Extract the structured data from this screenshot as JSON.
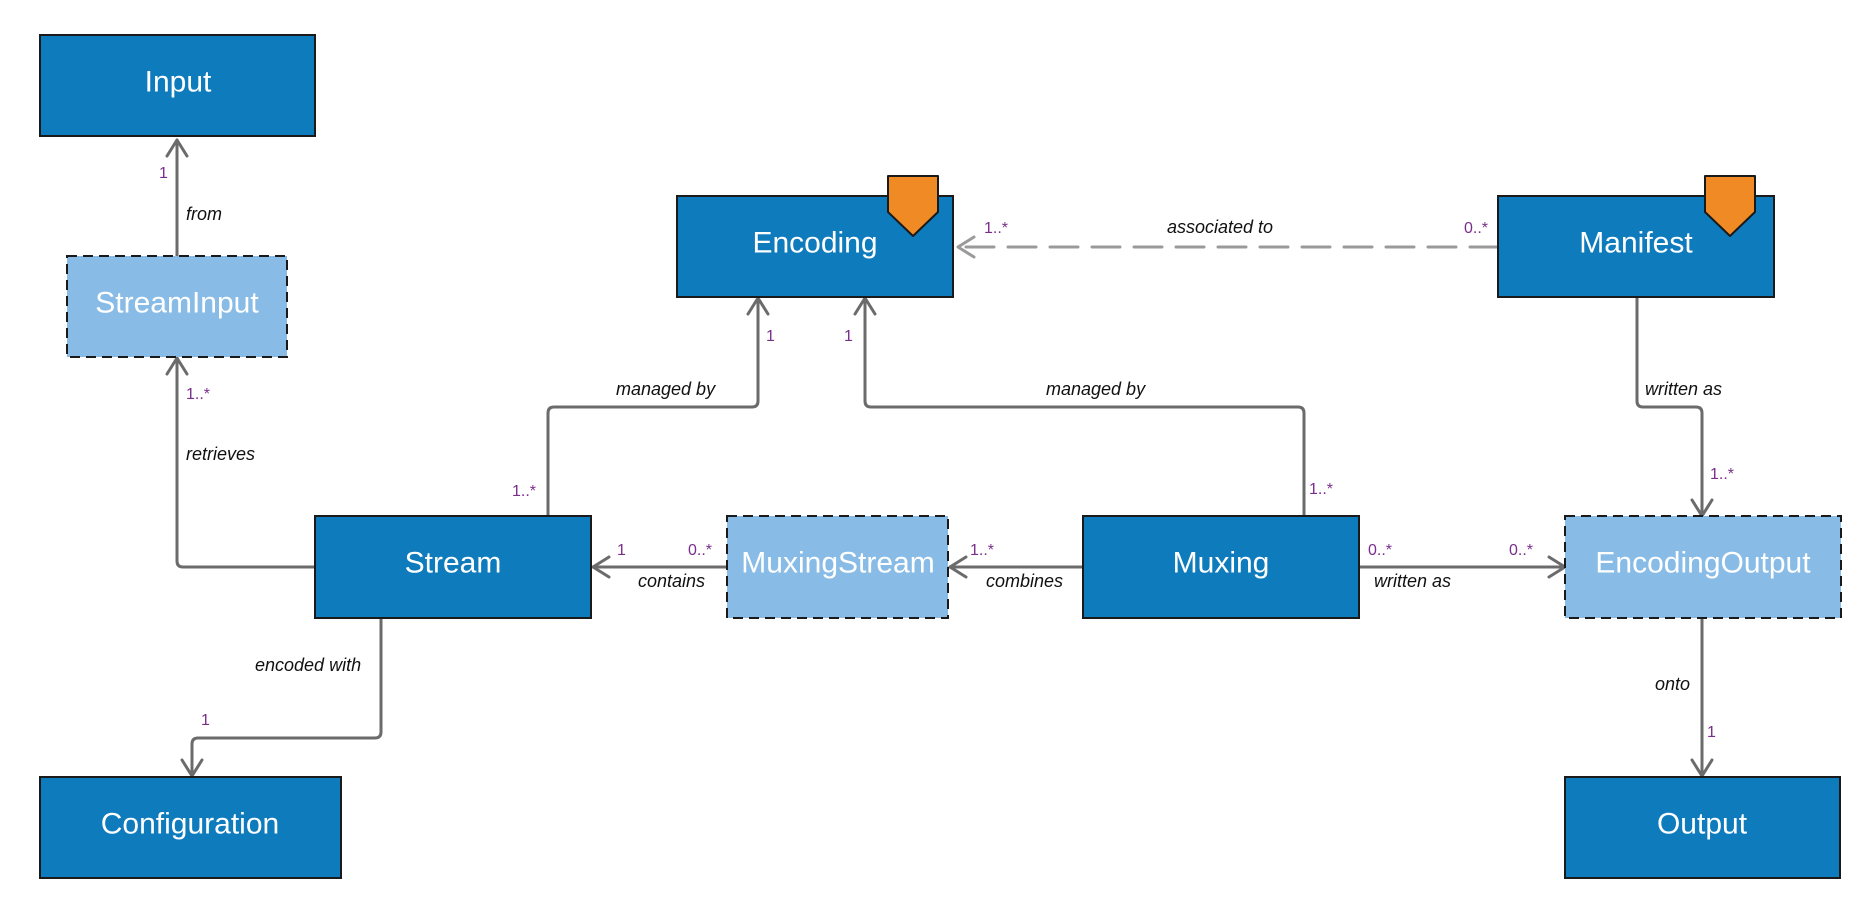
{
  "colors": {
    "entity_fill": "#0e7bbd",
    "embedded_fill": "#88bce6",
    "stroke": "#1a1a1a",
    "line": "#6b6b6b",
    "dashed_line": "#9a9a9a",
    "marker": "#f08a24",
    "multiplicity": "#7a2e8c"
  },
  "entities": {
    "input": "Input",
    "stream_input": "StreamInput",
    "encoding": "Encoding",
    "manifest": "Manifest",
    "stream": "Stream",
    "muxing_stream": "MuxingStream",
    "muxing": "Muxing",
    "encoding_output": "EncodingOutput",
    "configuration": "Configuration",
    "output": "Output"
  },
  "relations": {
    "from": {
      "label": "from",
      "target_mult": "1"
    },
    "retrieves": {
      "label": "retrieves",
      "target_mult": "1..*"
    },
    "stream_managed_by": {
      "label": "managed by",
      "source_mult": "1..*",
      "target_mult": "1"
    },
    "muxing_managed_by": {
      "label": "managed by",
      "source_mult": "1..*",
      "target_mult": "1"
    },
    "associated_to": {
      "label": "associated to",
      "source_mult": "0..*",
      "target_mult": "1..*"
    },
    "manifest_written_as": {
      "label": "written as",
      "target_mult": "1..*"
    },
    "contains": {
      "label": "contains",
      "source_mult": "0..*",
      "target_mult": "1"
    },
    "combines": {
      "label": "combines",
      "target_mult": "1..*"
    },
    "muxing_written_as": {
      "label": "written as",
      "source_mult": "0..*",
      "target_mult": "0..*"
    },
    "encoded_with": {
      "label": "encoded with",
      "target_mult": "1"
    },
    "onto": {
      "label": "onto",
      "target_mult": "1"
    }
  }
}
